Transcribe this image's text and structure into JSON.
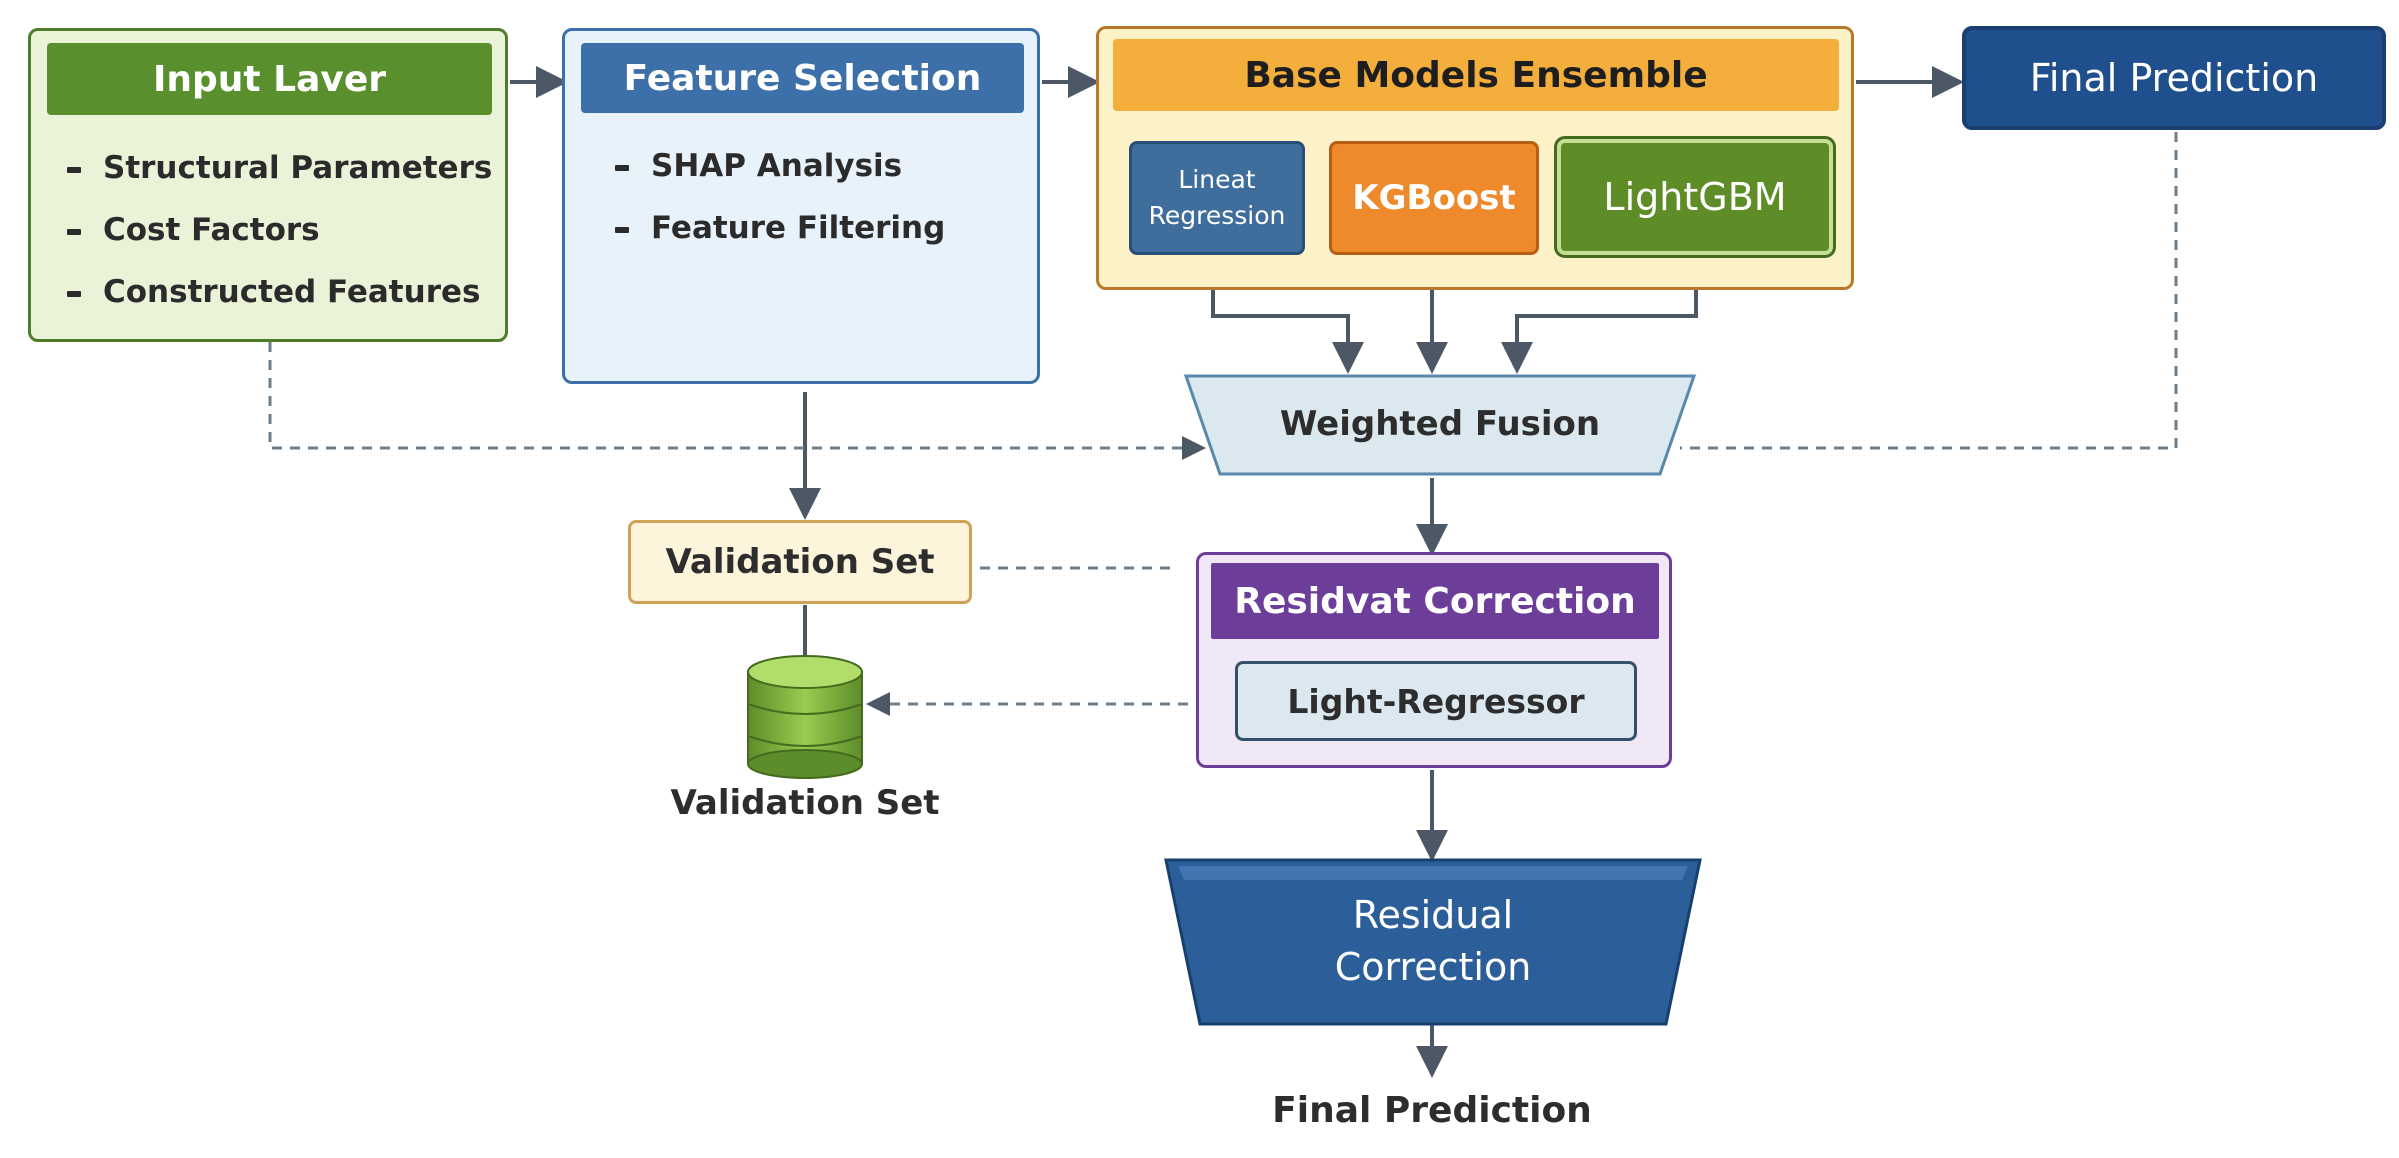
{
  "input_layer": {
    "title": "Input Laver",
    "items": [
      "Structural Parameters",
      "Cost Factors",
      "Constructed Features"
    ]
  },
  "feature_selection": {
    "title": "Feature Selection",
    "items": [
      "SHAP Analysis",
      "Feature Filtering"
    ]
  },
  "ensemble": {
    "title": "Base Models Ensemble",
    "models": [
      "Lineat Regression",
      "KGBoost",
      "LightGBM"
    ]
  },
  "final_prediction_top": "Final Prediction",
  "weighted_fusion": "Weighted Fusion",
  "validation_box": "Validation Set",
  "validation_db_label": "Validation Set",
  "residual_correction_box": {
    "title": "Residvat Correction",
    "inner": "Light-Regressor"
  },
  "residual_correction_trap": "Residual Correction",
  "final_prediction_bottom": "Final Prediction",
  "colors": {
    "green": "#5a8f2e",
    "blue": "#3d6fa8",
    "orange": "#f2a93b",
    "purple": "#6c3e9a",
    "navy": "#1f4f8c",
    "arrow": "#4d5866"
  }
}
